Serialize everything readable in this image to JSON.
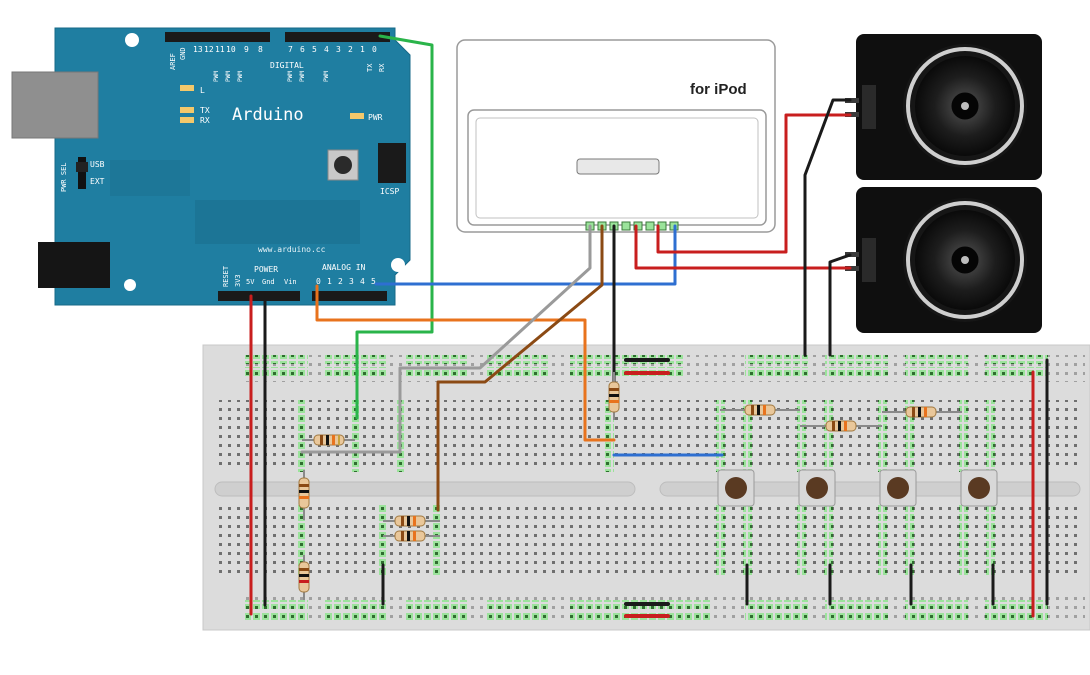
{
  "arduino": {
    "brand": "Arduino",
    "url": "www.arduino.cc",
    "digital_header": "DIGITAL",
    "aref": "AREF",
    "gnd": "GND",
    "pin_numbers_top": [
      "13",
      "12",
      "11",
      "10",
      "9",
      "8",
      "7",
      "6",
      "5",
      "4",
      "3",
      "2",
      "1",
      "0"
    ],
    "pwm_label": "PWM",
    "tx_top": "TX",
    "rx_top": "RX",
    "led_l": "L",
    "led_tx": "TX",
    "led_rx": "RX",
    "pwr_led": "PWR",
    "pwr_sel": "PWR SEL",
    "usb": "USB",
    "ext": "EXT",
    "icsp": "ICSP",
    "reset": "RESET",
    "v33": "3V3",
    "power": "POWER",
    "v5": "5V",
    "gnd_pins": "Gnd",
    "vin": "Vin",
    "analog_in": "ANALOG IN",
    "analog_pins": [
      "0",
      "1",
      "2",
      "3",
      "4",
      "5"
    ]
  },
  "ipod_dock": {
    "label": "for iPod"
  },
  "speakers": {
    "count": 2
  },
  "breadboard": {
    "buttons": 4
  },
  "colors": {
    "arduino_board": "#1f7ea1",
    "wire_green": "#2ab44a",
    "wire_blue": "#2e6fd1",
    "wire_orange": "#e8731d",
    "wire_gray": "#9a9a9a",
    "wire_brown": "#8b4a14",
    "wire_red": "#c81e1e",
    "wire_black": "#1a1a1a"
  }
}
